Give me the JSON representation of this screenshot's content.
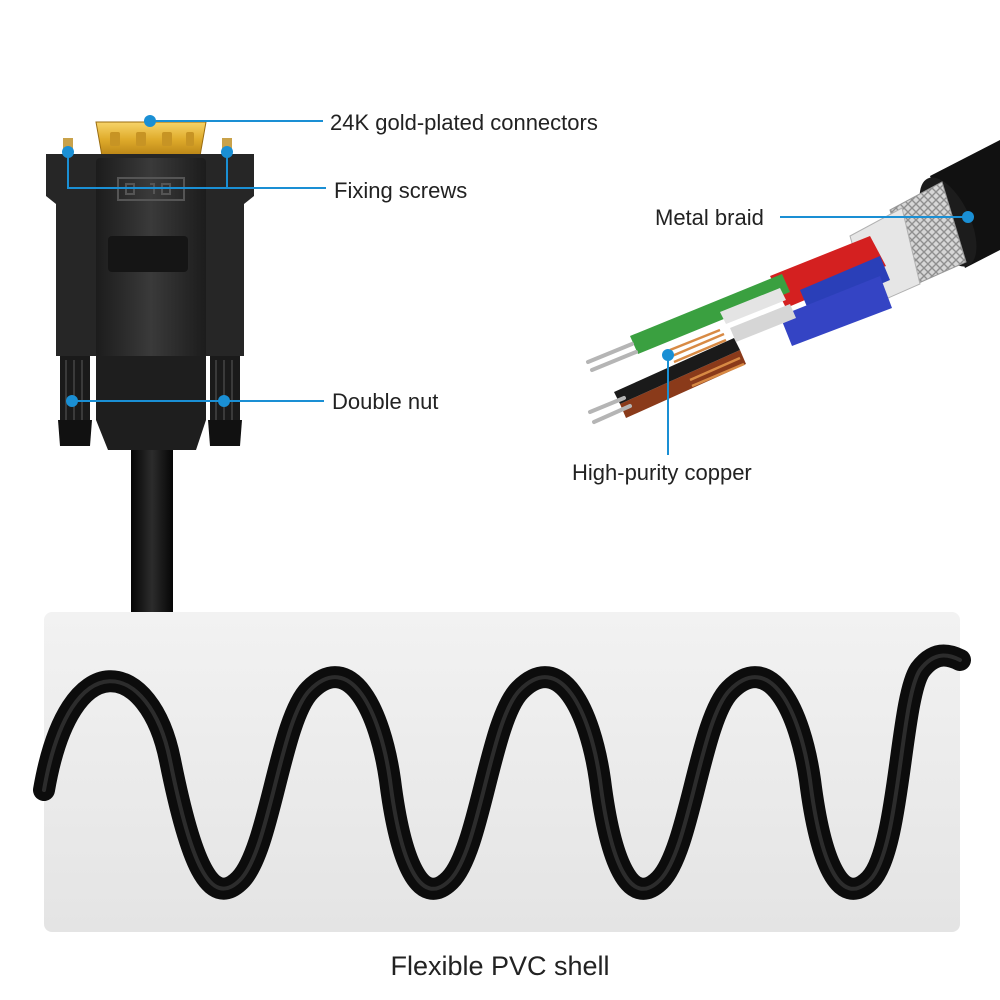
{
  "callouts": {
    "gold_connectors": "24K gold-plated connectors",
    "fixing_screws": "Fixing screws",
    "double_nut": "Double nut",
    "metal_braid": "Metal braid",
    "high_purity_copper": "High-purity copper"
  },
  "caption": "Flexible PVC shell",
  "colors": {
    "accent": "#1a8fd4",
    "connector_body": "#2a2a2a",
    "gold": "#e0b23c",
    "panel_bg": "#ebebeb",
    "cable": "#151515",
    "wire_red": "#d42020",
    "wire_green": "#3aa040",
    "wire_blue": "#2a3fb8",
    "braid": "#c8c8c8"
  }
}
